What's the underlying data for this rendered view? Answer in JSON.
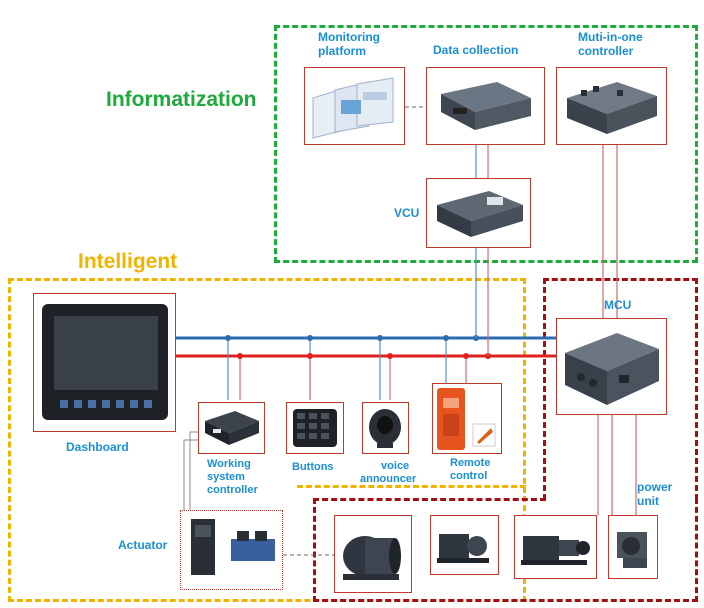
{
  "groups": {
    "informatization": {
      "title": "Informatization",
      "color": "#1faa3c"
    },
    "intelligent": {
      "title": "Intelligent",
      "color": "#f0b400"
    },
    "power": {
      "color": "#a30e12"
    }
  },
  "nodes": {
    "monitoring_platform": {
      "label_line1": "Monitoring",
      "label_line2": "platform"
    },
    "data_collection": {
      "label": "Data collection"
    },
    "multi_controller": {
      "label_line1": "Muti-in-one",
      "label_line2": "controller"
    },
    "vcu": {
      "label": "VCU"
    },
    "mcu": {
      "label": "MCU"
    },
    "dashboard": {
      "label": "Dashboard"
    },
    "working_system_controller": {
      "label_line1": "Working",
      "label_line2": "system",
      "label_line3": "controller"
    },
    "buttons": {
      "label": "Buttons"
    },
    "voice_announcer": {
      "label_line1": "voice",
      "label_line2": "announcer"
    },
    "remote_control": {
      "label_line1": "Remote",
      "label_line2": "control"
    },
    "actuator": {
      "label": "Actuator"
    },
    "power_unit": {
      "label_line1": "power",
      "label_line2": "unit"
    }
  },
  "colors": {
    "label": "#1a8fd6",
    "box_border": "#c0392b",
    "bus_blue": "#2b6cb0",
    "bus_red": "#e0201c",
    "wire_light": "#d46a6a",
    "device_dark": "#2b2f36"
  }
}
